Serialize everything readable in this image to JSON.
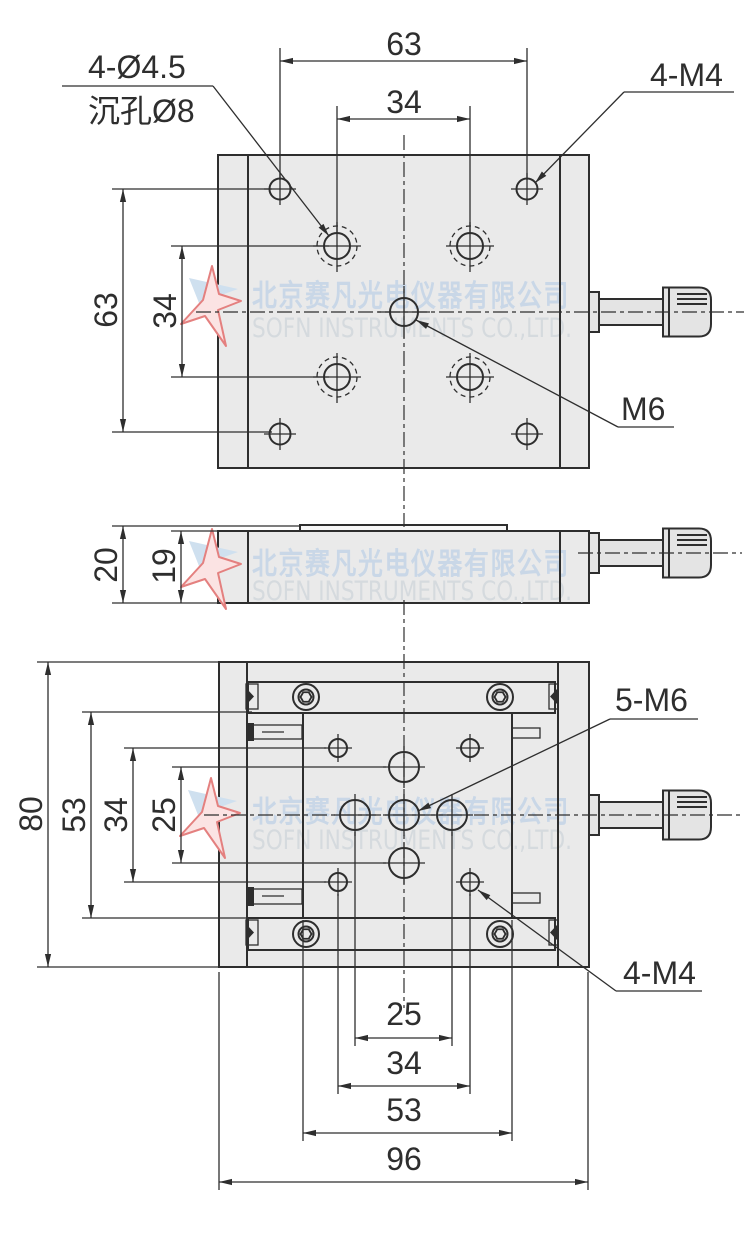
{
  "watermark": {
    "cn": "北京赛凡光电仪器有限公司",
    "en": "SOFN INSTRUMENTS CO.,LTD."
  },
  "top_view": {
    "dim_h63": "63",
    "dim_h34": "34",
    "dim_v63": "63",
    "dim_v34": "34",
    "label_cbore_line1": "4-Ø4.5",
    "label_cbore_line2": "沉孔Ø8",
    "label_m4": "4-M4",
    "label_m6": "M6"
  },
  "side_view": {
    "dim_20": "20",
    "dim_19": "19"
  },
  "bottom_view": {
    "dim_80": "80",
    "dim_53": "53",
    "dim_34": "34",
    "dim_25": "25",
    "dim_b25": "25",
    "dim_b34": "34",
    "dim_b53": "53",
    "dim_b96": "96",
    "label_5m6": "5-M6",
    "label_4m4": "4-M4"
  },
  "colors": {
    "line": "#2e2e2e",
    "plate_fill": "#eaeaea",
    "watermark_cn": "#c9d7e7",
    "watermark_en": "#d5dade",
    "logo_red": "#e4807f",
    "logo_blue": "#cfe0ef"
  }
}
